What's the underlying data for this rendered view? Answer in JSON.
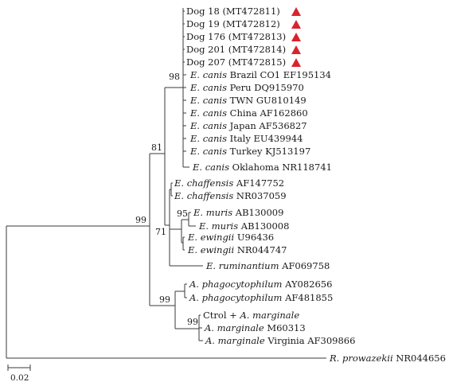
{
  "figure": {
    "leaves": [
      {
        "sp": "",
        "rest": "Dog 18 (MT472811)",
        "marker": true,
        "color": "#d9232e"
      },
      {
        "sp": "",
        "rest": "Dog 19 (MT472812)",
        "marker": true,
        "color": "#d9232e"
      },
      {
        "sp": "",
        "rest": "Dog 176 (MT472813)",
        "marker": true,
        "color": "#d9232e"
      },
      {
        "sp": "",
        "rest": "Dog 201 (MT472814)",
        "marker": true,
        "color": "#d9232e"
      },
      {
        "sp": "",
        "rest": "Dog 207 (MT472815)",
        "marker": true,
        "color": "#d9232e"
      },
      {
        "sp": "E. canis",
        "rest": " Brazil CO1 EF195134"
      },
      {
        "sp": "E. canis",
        "rest": " Peru DQ915970"
      },
      {
        "sp": "E. canis",
        "rest": " TWN GU810149"
      },
      {
        "sp": "E. canis",
        "rest": " China AF162860"
      },
      {
        "sp": "E. canis",
        "rest": " Japan AF536827"
      },
      {
        "sp": "E. canis",
        "rest": " Italy EU439944"
      },
      {
        "sp": "E. canis",
        "rest": " Turkey KJ513197"
      },
      {
        "sp": "E. canis",
        "rest": " Oklahoma NR118741"
      },
      {
        "sp": "E. chaffensis",
        "rest": " AF147752"
      },
      {
        "sp": "E. chaffensis",
        "rest": " NR037059"
      },
      {
        "sp": "E. muris",
        "rest": " AB130009"
      },
      {
        "sp": "E. muris",
        "rest": " AB130008"
      },
      {
        "sp": "E. ewingii",
        "rest": " U96436"
      },
      {
        "sp": "E. ewingii",
        "rest": " NR044747"
      },
      {
        "sp": "E. ruminantium",
        "rest": " AF069758"
      },
      {
        "sp": "A. phagocytophilum",
        "rest": " AY082656"
      },
      {
        "sp": "A. phagocytophilum",
        "rest": " AF481855"
      },
      {
        "pre": "Ctrol + ",
        "sp": "A. marginale",
        "rest": ""
      },
      {
        "sp": "A. marginale",
        "rest": " M60313"
      },
      {
        "sp": "A. marginale",
        "rest": " Virginia AF309866"
      },
      {
        "sp": "R. prowazekii",
        "rest": " NR044656"
      }
    ],
    "bootstrap": [
      "98",
      "81",
      "99",
      "95",
      "71",
      "99",
      "99"
    ],
    "scale_label": "0.02"
  }
}
